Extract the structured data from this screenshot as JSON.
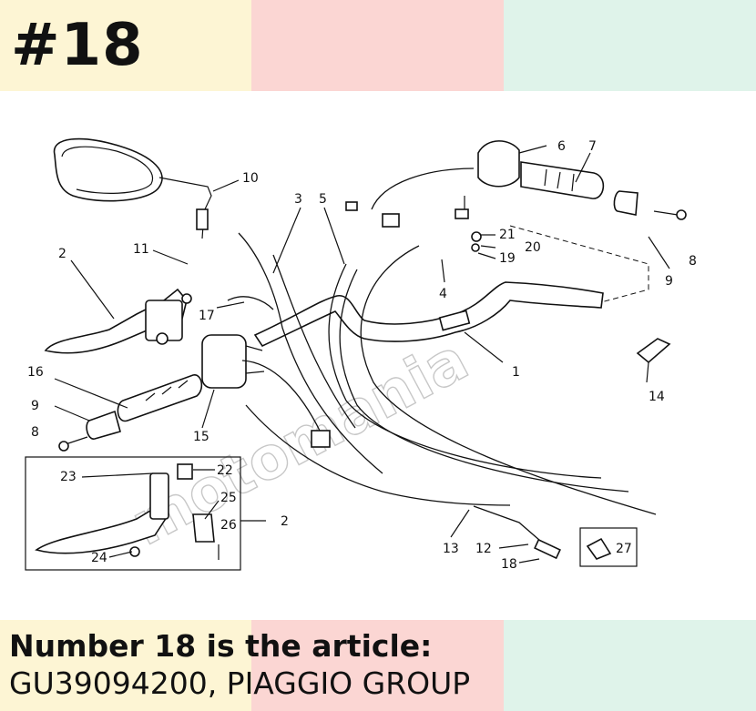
{
  "header": {
    "title": "#18"
  },
  "caption": {
    "line1": "Number 18 is the article:",
    "line2": "GU39094200, PIAGGIO GROUP"
  },
  "watermark": {
    "text": "motomania"
  },
  "colors": {
    "yellow": "#fdf5d4",
    "pink": "#fbd6d3",
    "mint": "#dff3ea"
  },
  "callouts": {
    "c1": "1",
    "c2a": "2",
    "c2b": "2",
    "c3": "3",
    "c4": "4",
    "c5": "5",
    "c6": "6",
    "c7": "7",
    "c8a": "8",
    "c8b": "8",
    "c9a": "9",
    "c9b": "9",
    "c10": "10",
    "c11": "11",
    "c12": "12",
    "c13": "13",
    "c14": "14",
    "c15": "15",
    "c16": "16",
    "c17": "17",
    "c18": "18",
    "c19": "19",
    "c20": "20",
    "c21": "21",
    "c22": "22",
    "c23": "23",
    "c24": "24",
    "c25": "25",
    "c26": "26",
    "c27": "27"
  }
}
